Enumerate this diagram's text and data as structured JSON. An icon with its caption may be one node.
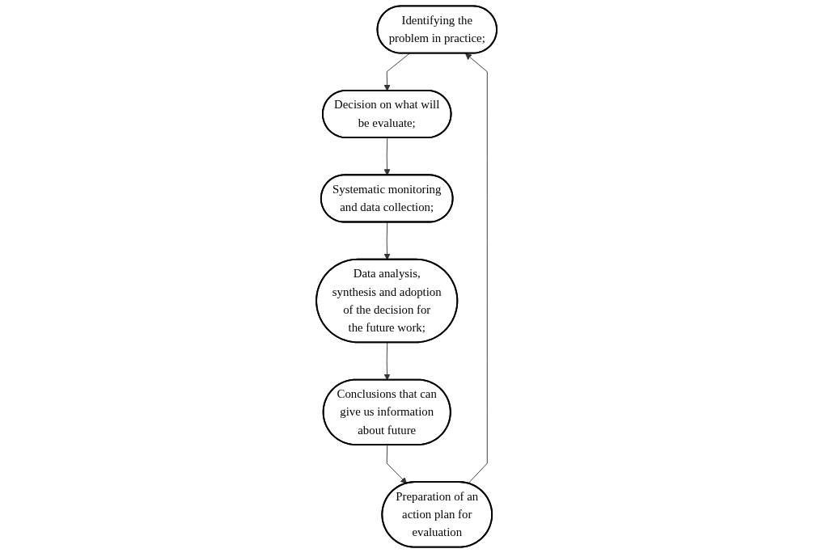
{
  "diagram": {
    "nodes": [
      {
        "text": [
          "Identifying the problem in practice;"
        ]
      },
      {
        "text": [
          "Preparation of an action plan for evaluation"
        ]
      },
      {
        "text": [
          "Decision on what will be evaluate;"
        ]
      },
      {
        "text": [
          "Systematic monitoring and data collection;"
        ]
      },
      {
        "text": [
          "Conclusions that can give us information about future"
        ]
      },
      {
        "text": [
          "Data analysis, synthesis and adoption of the decision for the future work;"
        ]
      }
    ],
    "edges": [
      {
        "from": 0,
        "to": 2,
        "arrow": "to"
      },
      {
        "from": 2,
        "to": 3,
        "arrow": "to"
      },
      {
        "from": 3,
        "to": 5,
        "arrow": "to"
      },
      {
        "from": 5,
        "to": 4,
        "arrow": "to"
      },
      {
        "from": 4,
        "to": 1,
        "arrow": "to"
      },
      {
        "from": 1,
        "to": 0,
        "arrow": "to"
      }
    ]
  }
}
